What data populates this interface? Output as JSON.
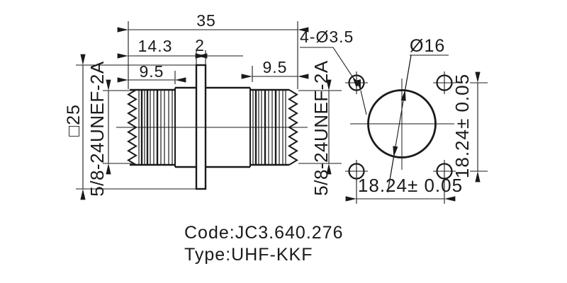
{
  "drawing": {
    "colors": {
      "line": "#1a1a1a",
      "background": "#ffffff"
    },
    "side_view": {
      "dim_overall_length": "35",
      "dim_end_to_flange": "14.3",
      "dim_flange_thickness": "2",
      "dim_left_thread_length": "9.5",
      "dim_right_thread_length": "9.5",
      "dim_flange_square": "□25",
      "label_left_thread": "5/8-24UNEF-2A",
      "label_right_thread": "5/8-24UNEF-2A"
    },
    "front_view": {
      "dim_mounting_holes": "4-Ø3.5",
      "dim_center_bore": "Ø16",
      "dim_hole_spacing_horizontal": "18.24± 0.05",
      "dim_hole_spacing_vertical": "18.24± 0.05"
    },
    "title_block": {
      "code_line": "Code:JC3.640.276",
      "type_line": "Type:UHF-KKF"
    }
  }
}
